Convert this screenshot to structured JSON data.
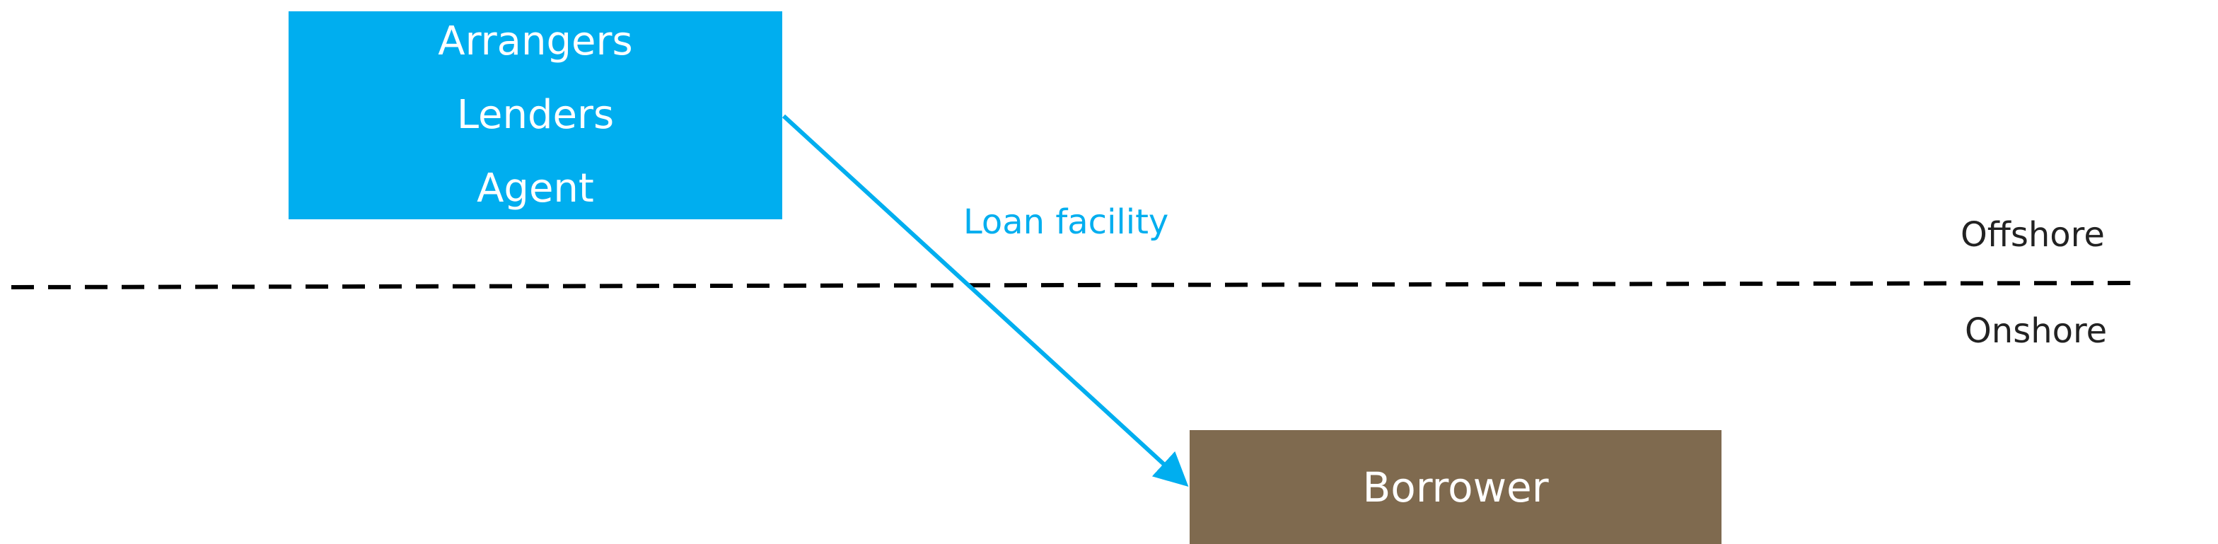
{
  "top_box": {
    "lines": [
      "Arrangers",
      "Lenders",
      "Agent"
    ],
    "color": "#00AEEF"
  },
  "bottom_box": {
    "label": "Borrower",
    "color": "#7F6A4F"
  },
  "arrow": {
    "label": "Loan facility",
    "color": "#00AEEF"
  },
  "divider": {
    "above_label": "Offshore",
    "below_label": "Onshore"
  }
}
